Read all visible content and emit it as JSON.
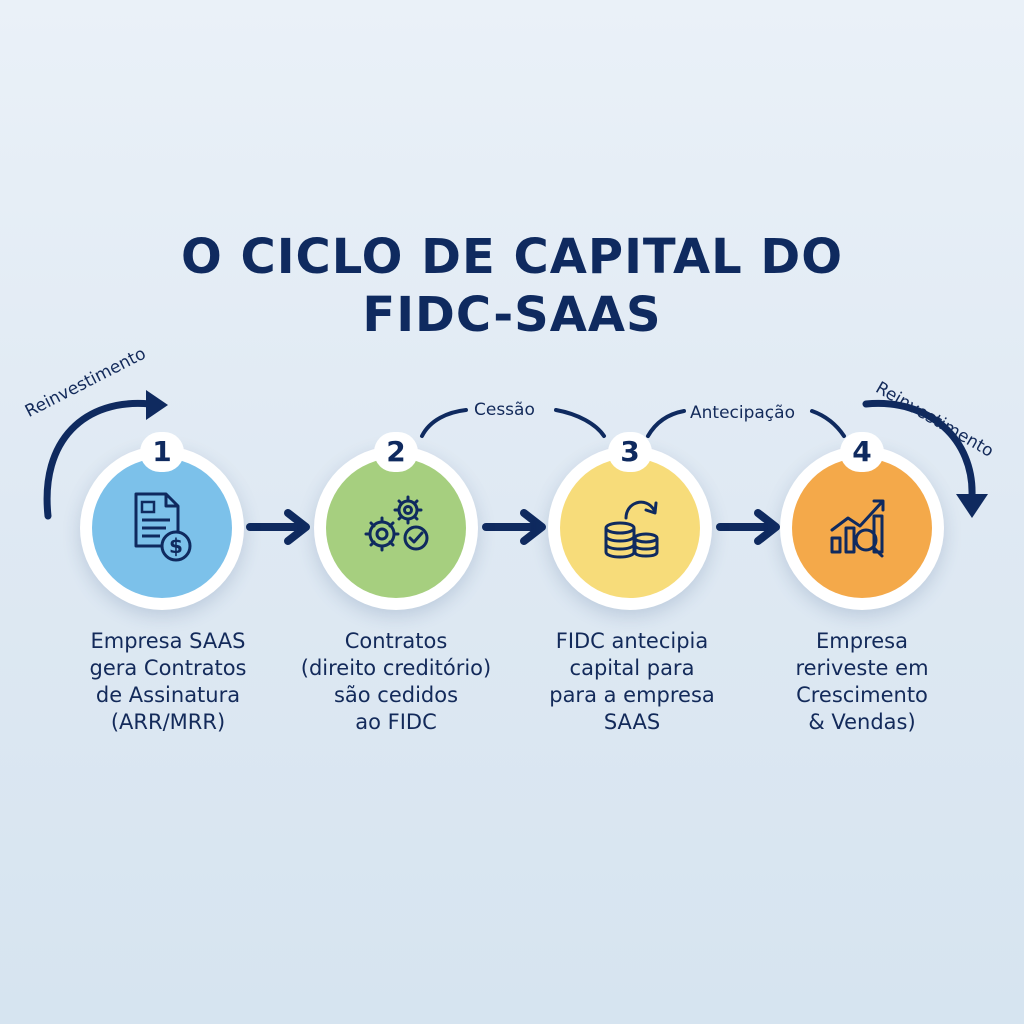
{
  "title": {
    "line1": "O CICLO DE CAPITAL DO",
    "line2": "FIDC-SAAS"
  },
  "colors": {
    "navy": "#0f2a5f",
    "step1": "#7cc1ea",
    "step2": "#a6cf7f",
    "step3": "#f7dc7a",
    "step4": "#f4a94a"
  },
  "connectors": {
    "reinvest_left": "Reinvestimento",
    "cessao": "Cessão",
    "antecipacao": "Antecipação",
    "reinvest_right": "Reinvestimento"
  },
  "steps": [
    {
      "number": "1",
      "icon": "contract-dollar-icon",
      "caption": [
        "Empresa SAAS",
        "gera Contratos",
        "de Assinatura",
        "(ARR/MRR)"
      ]
    },
    {
      "number": "2",
      "icon": "gears-check-icon",
      "caption": [
        "Contratos",
        "(direito creditório)",
        "são cedidos",
        "ao FIDC"
      ]
    },
    {
      "number": "3",
      "icon": "coins-arrow-icon",
      "caption": [
        "FIDC antecipia",
        "capital para",
        "para a empresa",
        "SAAS"
      ]
    },
    {
      "number": "4",
      "icon": "growth-chart-magnifier-icon",
      "caption": [
        "Empresa",
        "reriveste em",
        "Crescimento",
        "& Vendas)"
      ]
    }
  ]
}
